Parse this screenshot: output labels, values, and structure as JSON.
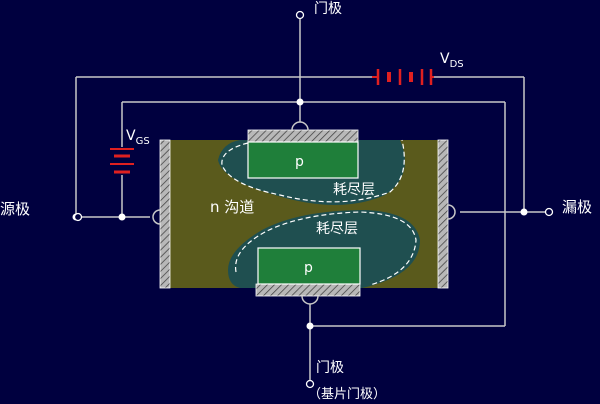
{
  "labels": {
    "top_gate": "门极",
    "bottom_gate": "门极",
    "bottom_gate_note": "（基片门极）",
    "source": "源极",
    "drain": "漏极",
    "channel": "n 沟道",
    "depletion_top": "耗尽层",
    "depletion_bottom": "耗尽层",
    "p_top": "p",
    "p_bottom": "p",
    "vds_main": "V",
    "vds_sub": "DS",
    "vgs_main": "V",
    "vgs_sub": "GS"
  },
  "colors": {
    "background": "#00003f",
    "wire": "#c8c8c8",
    "text": "#ffffff",
    "channel_fill": "#5a5a1c",
    "depletion_fill": "#1f4f50",
    "p_fill": "#1f7f3a",
    "battery": "#e02020",
    "boundary": "#ffffff"
  }
}
